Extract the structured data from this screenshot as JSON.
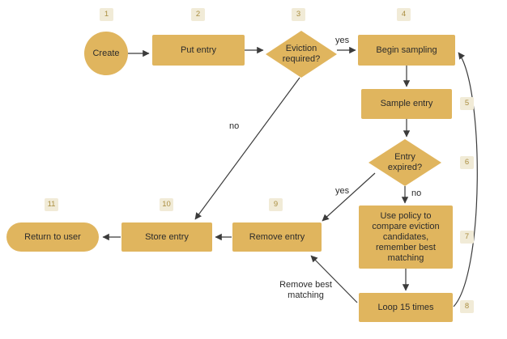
{
  "nodes": [
    {
      "badge": "1",
      "label": "Create"
    },
    {
      "badge": "2",
      "label": "Put entry"
    },
    {
      "badge": "3",
      "label": "Eviction required?"
    },
    {
      "badge": "4",
      "label": "Begin sampling"
    },
    {
      "badge": "5",
      "label": "Sample entry"
    },
    {
      "badge": "6",
      "label": "Entry expired?"
    },
    {
      "badge": "7",
      "label": "Use policy to compare eviction candidates, remember best matching"
    },
    {
      "badge": "8",
      "label": "Loop 15 times"
    },
    {
      "badge": "9",
      "label": "Remove entry"
    },
    {
      "badge": "10",
      "label": "Store entry"
    },
    {
      "badge": "11",
      "label": "Return to user"
    }
  ],
  "edge_labels": {
    "eviction_yes": "yes",
    "eviction_no": "no",
    "expired_yes": "yes",
    "expired_no": "no",
    "loop_remove": "Remove best matching"
  },
  "colors": {
    "node_fill": "#e0b55e",
    "badge_bg": "#f1ebd7",
    "badge_text": "#aa8e40",
    "arrow": "#3b3b3b",
    "background": "#ffffff"
  }
}
